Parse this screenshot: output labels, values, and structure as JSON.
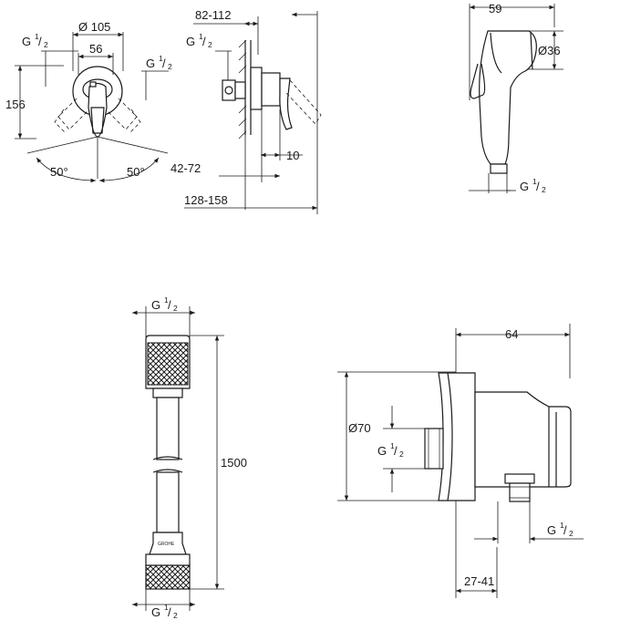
{
  "mixer_front": {
    "diameter": "Ø 105",
    "thread_left": {
      "base": "G",
      "sup": "1",
      "den": "2"
    },
    "thread_right": {
      "base": "G",
      "sup": "1",
      "den": "2"
    },
    "spacing": "56",
    "height": "156",
    "angle_left": "50°",
    "angle_right": "50°"
  },
  "mixer_side": {
    "wall_depth": "82-112",
    "thread": {
      "base": "G",
      "sup": "1",
      "den": "2"
    },
    "offset": "10",
    "depth_min": "42-72",
    "depth_total": "128-158"
  },
  "hand_shower": {
    "length": "59",
    "diameter": "Ø36",
    "thread": {
      "base": "G",
      "sup": "1",
      "den": "2"
    }
  },
  "hose": {
    "thread_top": {
      "base": "G",
      "sup": "1",
      "den": "2"
    },
    "length": "1500",
    "thread_bottom": {
      "base": "G",
      "sup": "1",
      "den": "2"
    },
    "brand_mark": "GROHE"
  },
  "wall_outlet": {
    "width": "64",
    "diameter": "Ø70",
    "thread_inlet": {
      "base": "G",
      "sup": "1",
      "den": "2"
    },
    "thread_outlet": {
      "base": "G",
      "sup": "1",
      "den": "2"
    },
    "depth": "27-41"
  }
}
